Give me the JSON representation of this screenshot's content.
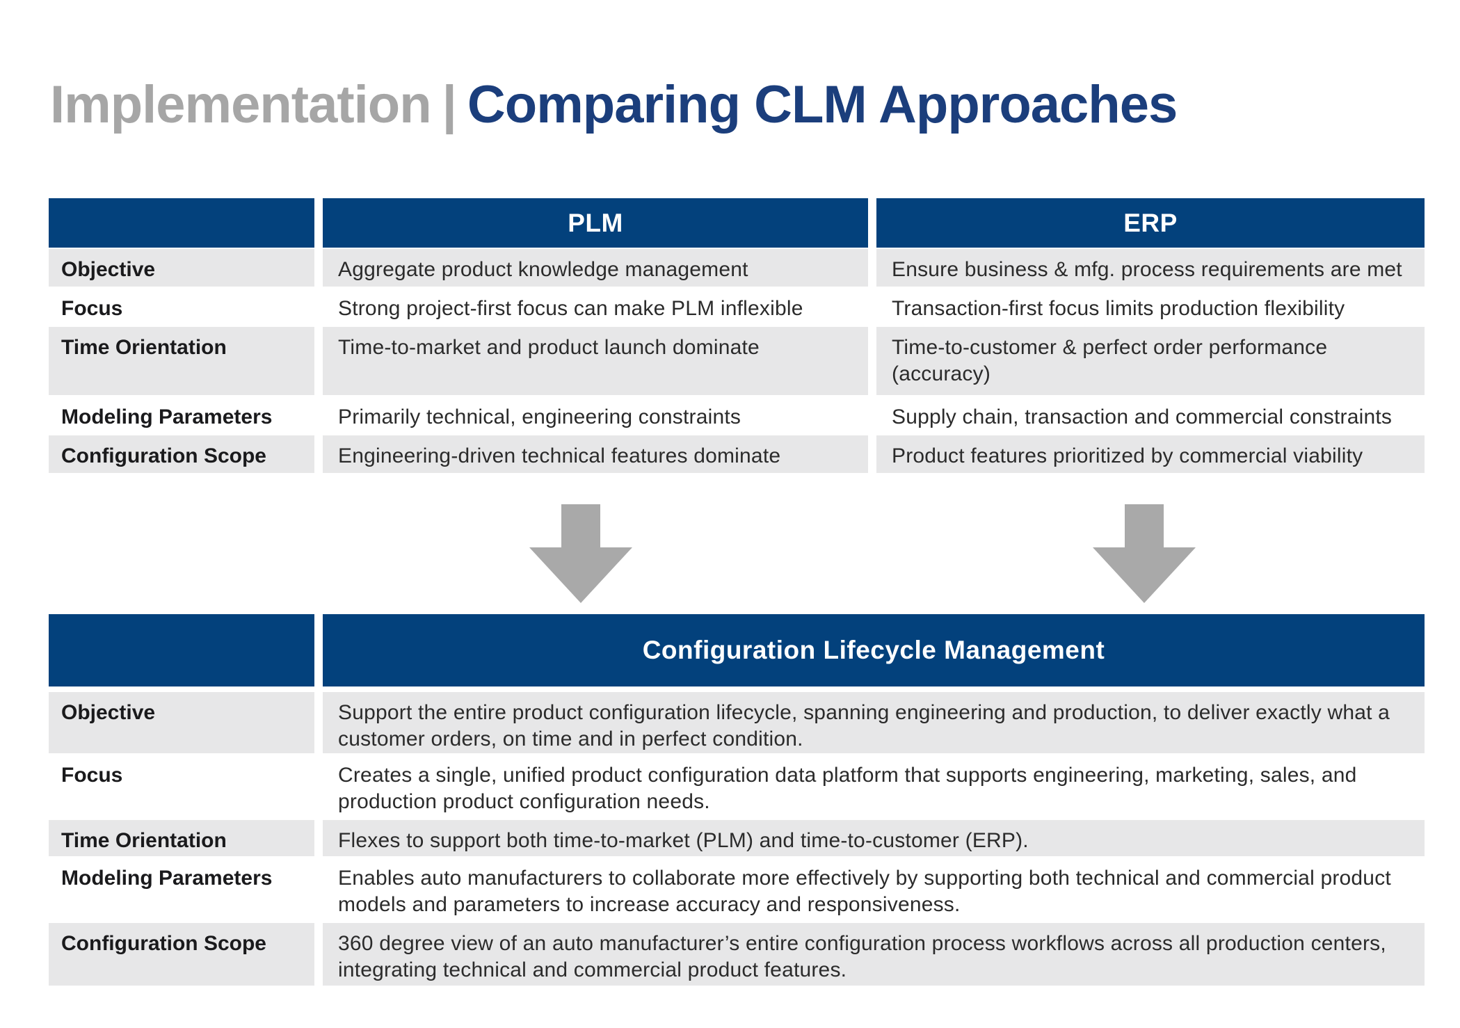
{
  "title": {
    "prefix": "Implementation",
    "separator": "|",
    "main": "Comparing CLM Approaches"
  },
  "comparison_table": {
    "columns": [
      "PLM",
      "ERP"
    ],
    "rows": [
      {
        "label": "Objective",
        "plm": "Aggregate product knowledge management",
        "erp": "Ensure business & mfg. process requirements are met"
      },
      {
        "label": "Focus",
        "plm": "Strong project-first focus can make PLM inflexible",
        "erp": "Transaction-first focus limits production flexibility"
      },
      {
        "label": "Time Orientation",
        "plm": "Time-to-market and product launch dominate",
        "erp": "Time-to-customer & perfect order performance (accuracy)"
      },
      {
        "label": "Modeling Parameters",
        "plm": "Primarily technical, engineering constraints",
        "erp": "Supply chain, transaction and commercial constraints"
      },
      {
        "label": "Configuration Scope",
        "plm": "Engineering-driven technical features dominate",
        "erp": "Product features prioritized by commercial viability"
      }
    ]
  },
  "arrows": {
    "left_icon": "down-arrow-icon",
    "right_icon": "down-arrow-icon"
  },
  "clm_table": {
    "header": "Configuration Lifecycle Management",
    "rows": [
      {
        "label": "Objective",
        "value": "Support the entire product configuration lifecycle, spanning engineering and production, to deliver exactly what a customer orders, on time and in perfect condition."
      },
      {
        "label": "Focus",
        "value": "Creates a single, unified product configuration data platform that supports engineering, marketing, sales, and production product configuration needs."
      },
      {
        "label": "Time Orientation",
        "value": "Flexes to support both time-to-market (PLM) and time-to-customer (ERP)."
      },
      {
        "label": "Modeling Parameters",
        "value": "Enables auto manufacturers to collaborate more effectively by supporting both technical and commercial product models and parameters to increase accuracy and responsiveness."
      },
      {
        "label": "Configuration Scope",
        "value": "360 degree view of an auto manufacturer’s entire configuration process workflows across all production centers, integrating technical and commercial product features."
      }
    ]
  },
  "colors": {
    "header_navy": "#03417c",
    "title_navy": "#1b3e7c",
    "title_gray": "#a6a6a6",
    "row_gray": "#e7e7e8",
    "arrow_gray": "#a9a9a9"
  }
}
